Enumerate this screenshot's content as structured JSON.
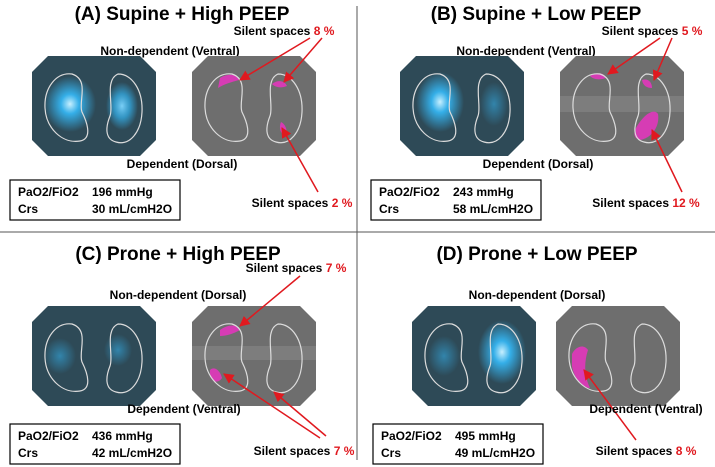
{
  "panels": [
    {
      "id": "A",
      "title": "(A) Supine + High PEEP",
      "top_label": "Non-dependent (Ventral)",
      "bottom_label": "Dependent (Dorsal)",
      "silent_top": {
        "label": "Silent spaces",
        "value": "8 %"
      },
      "silent_bottom": {
        "label": "Silent spaces",
        "value": "2 %"
      },
      "metrics": [
        {
          "name": "PaO2/FiO2",
          "value": "196 mmHg"
        },
        {
          "name": "Crs",
          "value": "30 mL/cmH2O"
        }
      ]
    },
    {
      "id": "B",
      "title": "(B) Supine + Low PEEP",
      "top_label": "Non-dependent (Ventral)",
      "bottom_label": "Dependent (Dorsal)",
      "silent_top": {
        "label": "Silent spaces",
        "value": "5 %"
      },
      "silent_bottom": {
        "label": "Silent spaces",
        "value": "12 %"
      },
      "metrics": [
        {
          "name": "PaO2/FiO2",
          "value": "243 mmHg"
        },
        {
          "name": "Crs",
          "value": "58 mL/cmH2O"
        }
      ]
    },
    {
      "id": "C",
      "title": "(C) Prone + High PEEP",
      "top_label": "Non-dependent (Dorsal)",
      "bottom_label": "Dependent (Ventral)",
      "silent_top": {
        "label": "Silent spaces",
        "value": "7 %"
      },
      "silent_bottom": {
        "label": "Silent spaces",
        "value": "7 %"
      },
      "metrics": [
        {
          "name": "PaO2/FiO2",
          "value": "436 mmHg"
        },
        {
          "name": "Crs",
          "value": "42 mL/cmH2O"
        }
      ]
    },
    {
      "id": "D",
      "title": "(D) Prone + Low PEEP",
      "top_label": "Non-dependent (Dorsal)",
      "bottom_label": "Dependent (Ventral)",
      "silent_bottom": {
        "label": "Silent spaces",
        "value": "8 %"
      },
      "metrics": [
        {
          "name": "PaO2/FiO2",
          "value": "495 mmHg"
        },
        {
          "name": "Crs",
          "value": "49 mL/cmH2O"
        }
      ]
    }
  ],
  "colors": {
    "ventilation_image_bg": "#2e4a57",
    "silent_image_bg": "#6e6e6e",
    "ventilation": "#35b4f0",
    "silent_space": "#d63cb4",
    "lung_outline": "#dcdcdc",
    "arrow": "#e0191f",
    "value_text": "#e0191f",
    "divider": "#555555"
  }
}
